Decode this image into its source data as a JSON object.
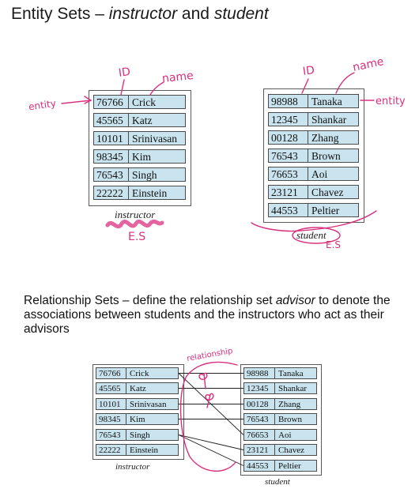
{
  "title": {
    "prefix": "Entity Sets – ",
    "set1": "instructor",
    "and": " and ",
    "set2": "student"
  },
  "instructor": {
    "caption": "instructor",
    "rows": [
      {
        "id": "76766",
        "name": "Crick"
      },
      {
        "id": "45565",
        "name": "Katz"
      },
      {
        "id": "10101",
        "name": "Srinivasan"
      },
      {
        "id": "98345",
        "name": "Kim"
      },
      {
        "id": "76543",
        "name": "Singh"
      },
      {
        "id": "22222",
        "name": "Einstein"
      }
    ]
  },
  "student": {
    "caption": "student",
    "rows": [
      {
        "id": "98988",
        "name": "Tanaka"
      },
      {
        "id": "12345",
        "name": "Shankar"
      },
      {
        "id": "00128",
        "name": "Zhang"
      },
      {
        "id": "76543",
        "name": "Brown"
      },
      {
        "id": "76653",
        "name": "Aoi"
      },
      {
        "id": "23121",
        "name": "Chavez"
      },
      {
        "id": "44553",
        "name": "Peltier"
      }
    ]
  },
  "handwriting": {
    "id_left": "ID",
    "name_left": "name",
    "entity_left": "entity",
    "es_left": "E.S",
    "id_right": "ID",
    "name_right": "name",
    "entity_right": "entity",
    "es_right": "E.S",
    "relationship": "relationship"
  },
  "relationship_text": {
    "part1": "Relationship Sets – define the relationship set ",
    "set_name": "advisor",
    "part2": " to denote the associations between students and the instructors who act as their advisors"
  },
  "advisor": [
    {
      "instructor": "76766",
      "student": "98988"
    },
    {
      "instructor": "45565",
      "student": "12345"
    },
    {
      "instructor": "10101",
      "student": "00128"
    },
    {
      "instructor": "98345",
      "student": "76543"
    },
    {
      "instructor": "76766",
      "student": "76653"
    },
    {
      "instructor": "76543",
      "student": "23121"
    },
    {
      "instructor": "76543",
      "student": "44553"
    }
  ],
  "colors": {
    "cell_fill": "#c9e4ef",
    "ink": "#d9307e"
  }
}
